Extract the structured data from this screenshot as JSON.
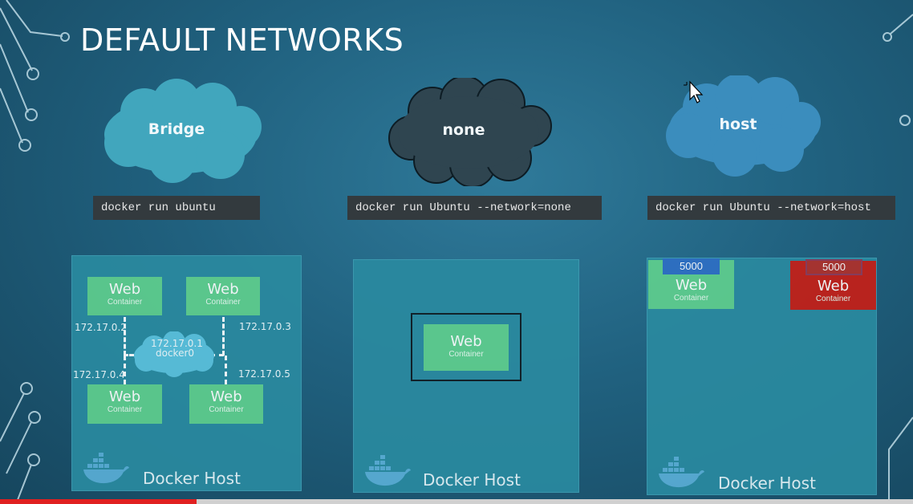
{
  "slide": {
    "title": "DEFAULT NETWORKS"
  },
  "networks": {
    "bridge": {
      "name": "Bridge",
      "command": "docker run ubuntu",
      "containers": [
        {
          "title": "Web",
          "subtitle": "Container"
        },
        {
          "title": "Web",
          "subtitle": "Container"
        },
        {
          "title": "Web",
          "subtitle": "Container"
        },
        {
          "title": "Web",
          "subtitle": "Container"
        }
      ],
      "ips": [
        "172.17.0.2",
        "172.17.0.3",
        "172.17.0.4",
        "172.17.0.5"
      ],
      "bridge_ip": "172.17.0.1",
      "bridge_name": "docker0",
      "host_label": "Docker Host"
    },
    "none": {
      "name": "none",
      "command": "docker run Ubuntu --network=none",
      "container": {
        "title": "Web",
        "subtitle": "Container"
      },
      "host_label": "Docker Host"
    },
    "host": {
      "name": "host",
      "command": "docker run Ubuntu --network=host",
      "containers": [
        {
          "title": "Web",
          "subtitle": "Container",
          "port": "5000"
        },
        {
          "title": "Web",
          "subtitle": "Container",
          "port": "5000"
        }
      ],
      "host_label": "Docker Host"
    }
  },
  "colors": {
    "bridge_cloud": "#41a6bd",
    "none_cloud": "#2f4550",
    "host_cloud": "#3b8dbd",
    "web_container": "#5fcf8e",
    "conflict_container": "#c61f17",
    "port_ok": "#2e6fc4",
    "port_conflict": "#b0302a"
  },
  "icons": [
    "docker-whale-icon",
    "mouse-cursor-icon",
    "circuit-decoration"
  ]
}
